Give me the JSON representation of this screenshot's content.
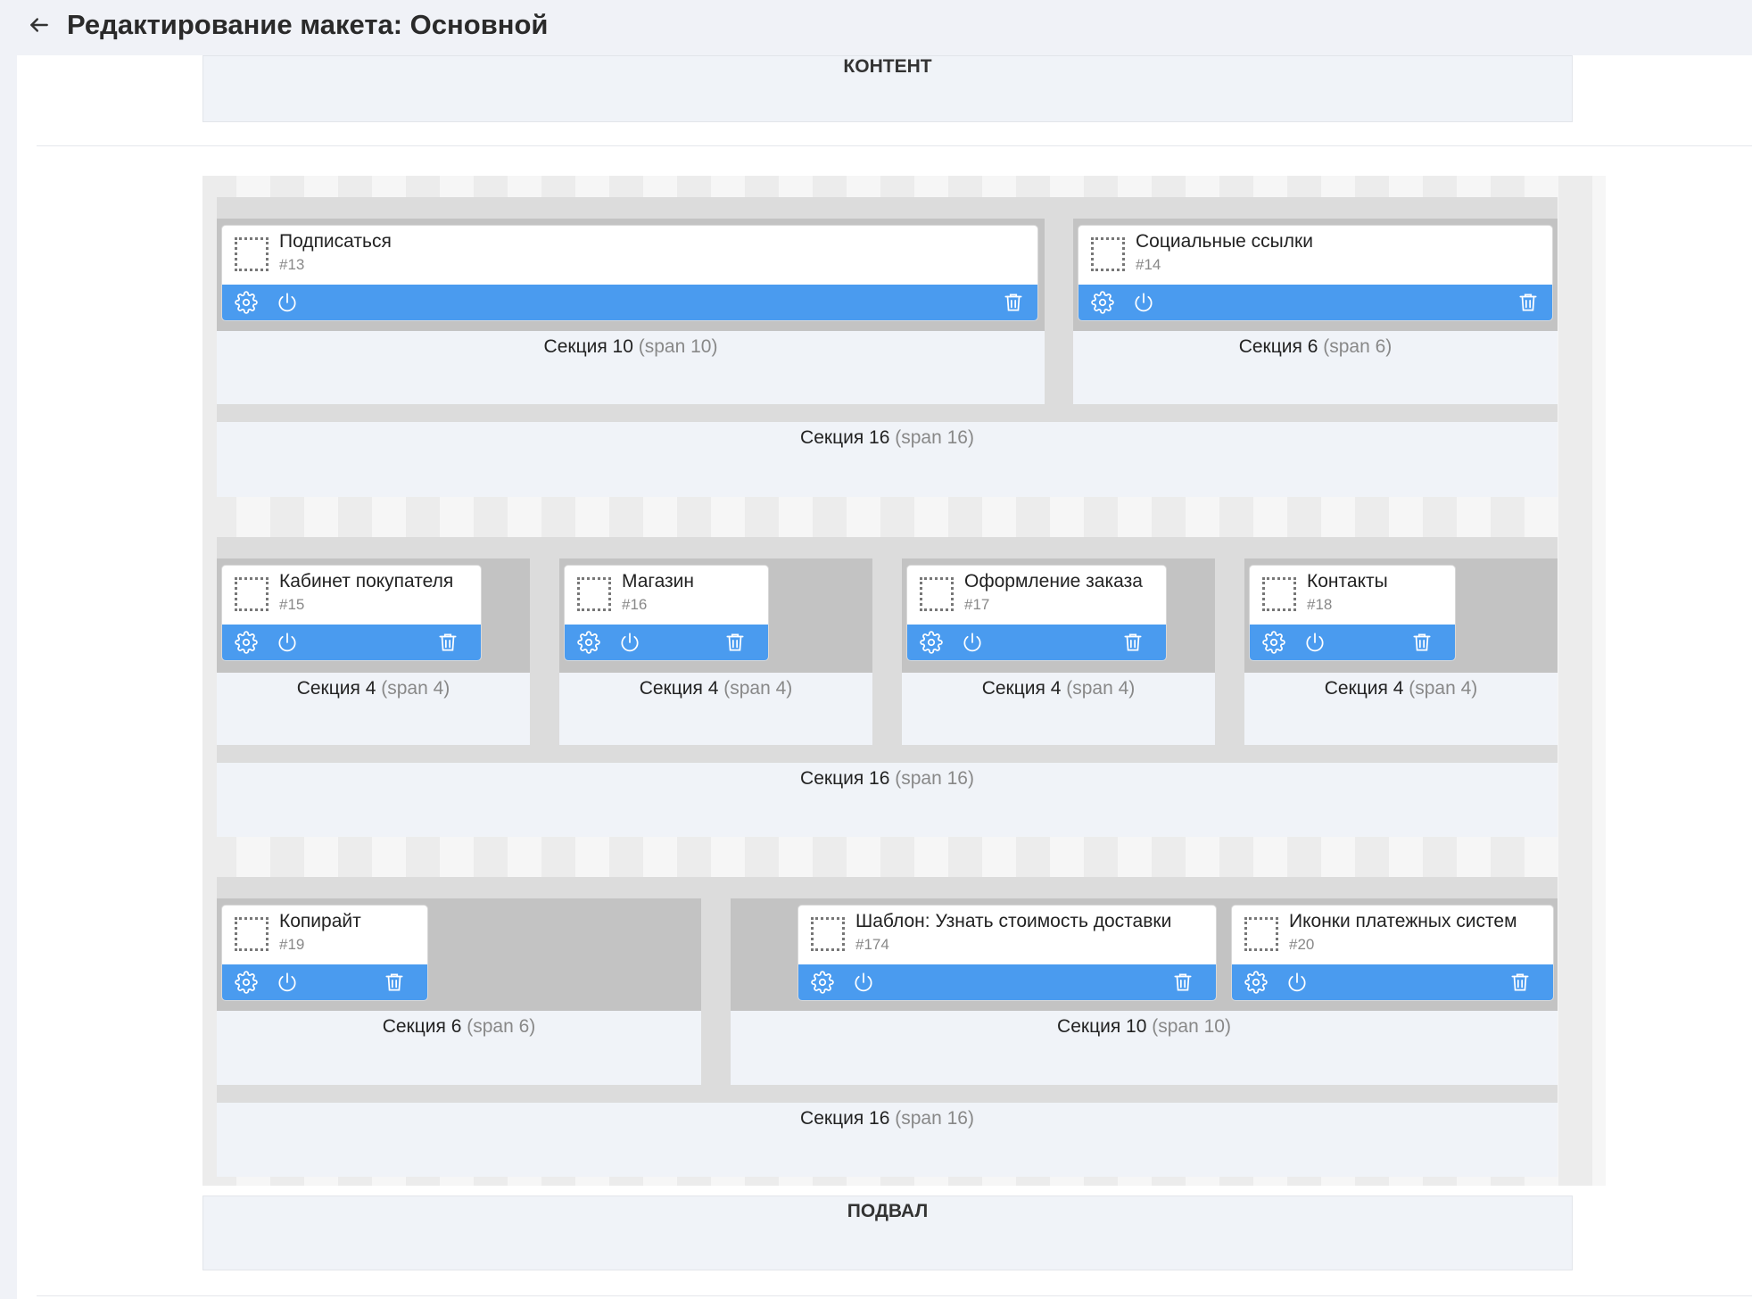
{
  "header": {
    "title": "Редактирование макета: Основной",
    "back_icon": "arrow-left-icon"
  },
  "regions": {
    "content": "КОНТЕНТ",
    "footer": "ПОДВАЛ"
  },
  "section_word": "Секция",
  "rows": [
    {
      "outer": {
        "label": "Секция 16",
        "span": "(span 16)"
      },
      "sections": [
        {
          "label": "Секция 10",
          "span": "(span 10)",
          "widgets": [
            {
              "name": "Подписаться",
              "id": "#13"
            }
          ]
        },
        {
          "label": "Секция 6",
          "span": "(span 6)",
          "widgets": [
            {
              "name": "Социальные ссылки",
              "id": "#14"
            }
          ]
        }
      ]
    },
    {
      "outer": {
        "label": "Секция 16",
        "span": "(span 16)"
      },
      "sections": [
        {
          "label": "Секция 4",
          "span": "(span 4)",
          "widgets": [
            {
              "name": "Кабинет покупателя",
              "id": "#15"
            }
          ]
        },
        {
          "label": "Секция 4",
          "span": "(span 4)",
          "widgets": [
            {
              "name": "Магазин",
              "id": "#16"
            }
          ]
        },
        {
          "label": "Секция 4",
          "span": "(span 4)",
          "widgets": [
            {
              "name": "Оформление заказа",
              "id": "#17"
            }
          ]
        },
        {
          "label": "Секция 4",
          "span": "(span 4)",
          "widgets": [
            {
              "name": "Контакты",
              "id": "#18"
            }
          ]
        }
      ]
    },
    {
      "outer": {
        "label": "Секция 16",
        "span": "(span 16)"
      },
      "sections": [
        {
          "label": "Секция 6",
          "span": "(span 6)",
          "widgets": [
            {
              "name": "Копирайт",
              "id": "#19"
            }
          ]
        },
        {
          "label": "Секция 10",
          "span": "(span 10)",
          "widgets": [
            {
              "name": "Шаблон: Узнать стоимость доставки",
              "id": "#174"
            },
            {
              "name": "Иконки платежных систем",
              "id": "#20"
            }
          ]
        }
      ]
    }
  ],
  "widget_actions": {
    "settings": "gear-icon",
    "toggle": "power-icon",
    "delete": "trash-icon"
  },
  "colors": {
    "accent": "#4a9bef",
    "slot": "#c3c3c3",
    "section_bg": "#f0f3f8",
    "page_bg": "#f0f2f7"
  }
}
